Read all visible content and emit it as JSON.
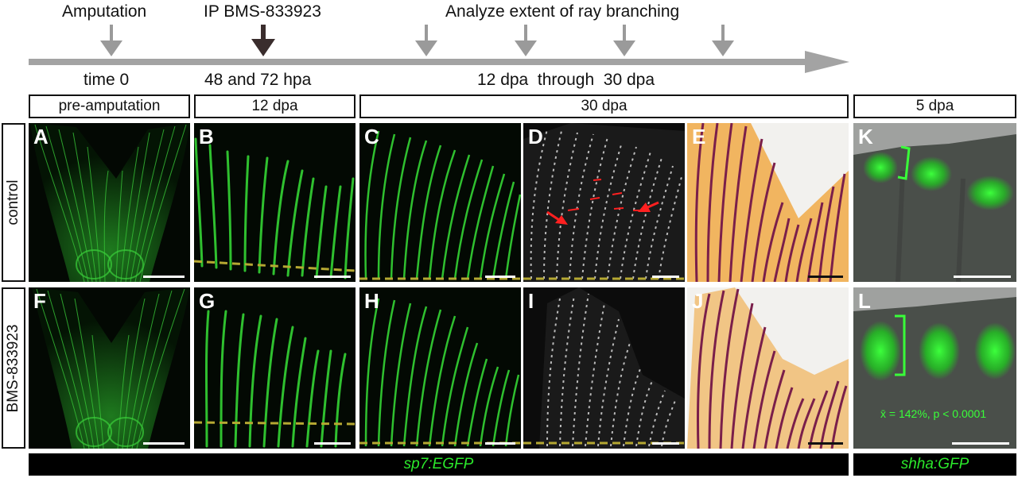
{
  "timeline": {
    "amputation": "Amputation",
    "ip_drug": "IP BMS-833923",
    "analyze": "Analyze extent of ray branching",
    "time0": "time 0",
    "hpa": "48 and 72 hpa",
    "dpa_range": "12 dpa  through  30 dpa",
    "arrow_colors": {
      "gray": "#9a9a9a",
      "dark": "#3a2d2d"
    }
  },
  "headers": {
    "pre": "pre-amputation",
    "d12": "12 dpa",
    "d30": "30 dpa",
    "d5": "5 dpa"
  },
  "rows": {
    "control": "control",
    "treated": "BMS-833923"
  },
  "panels": {
    "A": "A",
    "B": "B",
    "C": "C",
    "D": "D",
    "E": "E",
    "K": "K",
    "F": "F",
    "G": "G",
    "H": "H",
    "I": "I",
    "J": "J",
    "L": "L"
  },
  "stat_text": "x̄ = 142%, p < 0.0001",
  "footer": {
    "left": "sp7:EGFP",
    "right": "shha:GFP"
  },
  "colors": {
    "egfp": "#2fd62f",
    "amputation_line": "#b5a832",
    "arrow_red": "#ff2020",
    "alizarin": "#7a1f4a",
    "bone_orange": "#f0a030"
  }
}
